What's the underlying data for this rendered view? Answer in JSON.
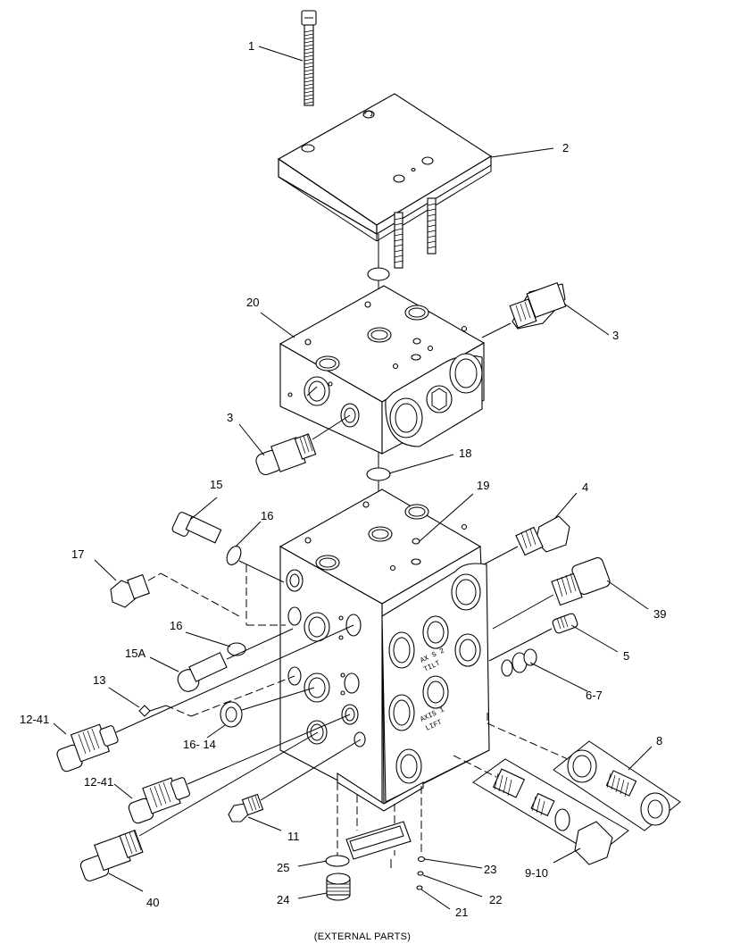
{
  "diagram": {
    "caption": "(EXTERNAL PARTS)",
    "callouts": {
      "c1": "1",
      "c2": "2",
      "c3a": "3",
      "c3b": "3",
      "c4": "4",
      "c5": "5",
      "c67": "6-7",
      "c8": "8",
      "c910": "9-10",
      "c11": "11",
      "c1241a": "12-41",
      "c1241b": "12-41",
      "c13": "13",
      "c15": "15",
      "c15a": "15A",
      "c16a": "16",
      "c16b": "16",
      "c1614": "16- 14",
      "c17": "17",
      "c18": "18",
      "c19": "19",
      "c20": "20",
      "c21": "21",
      "c22": "22",
      "c23": "23",
      "c24": "24",
      "c25": "25",
      "c39": "39",
      "c40": "40"
    },
    "stamps": {
      "tilt_line1": "AX S 2",
      "tilt_line2": "TILT",
      "lift_line1": "AXIS 1",
      "lift_line2": "LIFT"
    }
  }
}
